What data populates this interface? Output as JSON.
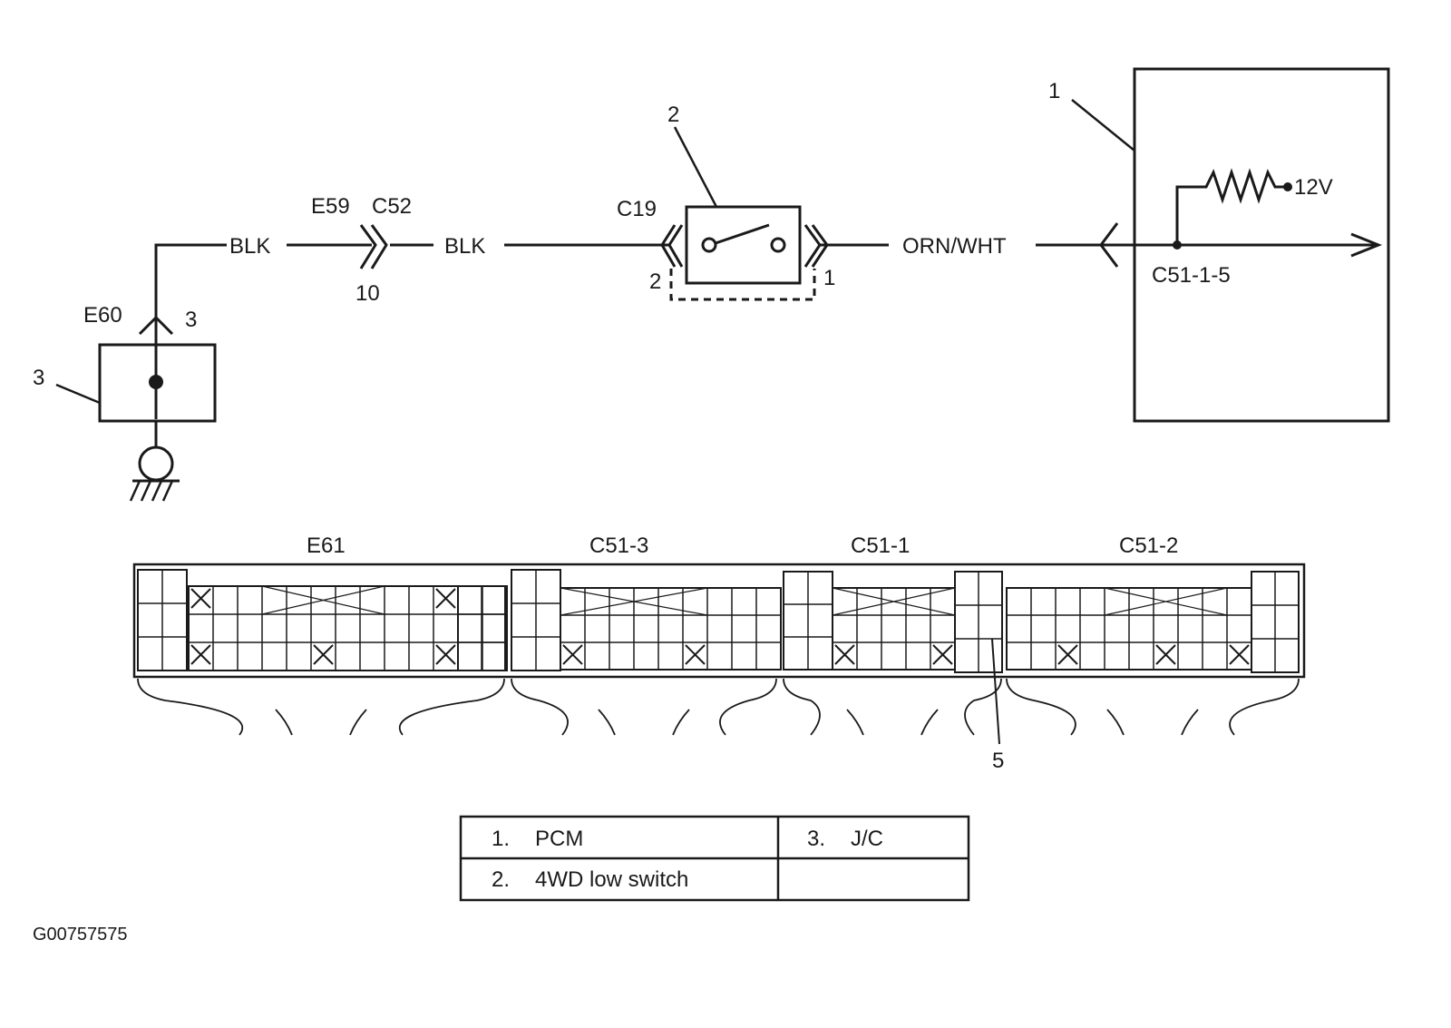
{
  "diagram": {
    "wires": {
      "blk_left": "BLK",
      "blk_mid": "BLK",
      "orn_wht": "ORN/WHT"
    },
    "connectors": {
      "e59": "E59",
      "c52": "C52",
      "c52_pin": "10",
      "c19": "C19",
      "c19_pin_left": "2",
      "c19_pin_right": "1",
      "e60": "E60",
      "e60_pin": "3",
      "pcm_pin": "C51-1-5"
    },
    "voltage": "12V",
    "callouts": {
      "pcm": "1",
      "switch": "2",
      "jc": "3",
      "terminal": "5"
    },
    "pcm_connector": {
      "labels": [
        "E61",
        "C51-3",
        "C51-1",
        "C51-2"
      ]
    },
    "legend": {
      "rows": [
        [
          "1.",
          "PCM",
          "3.",
          "J/C"
        ],
        [
          "2.",
          "4WD low switch",
          "",
          ""
        ]
      ]
    },
    "figure_id": "G00757575"
  }
}
